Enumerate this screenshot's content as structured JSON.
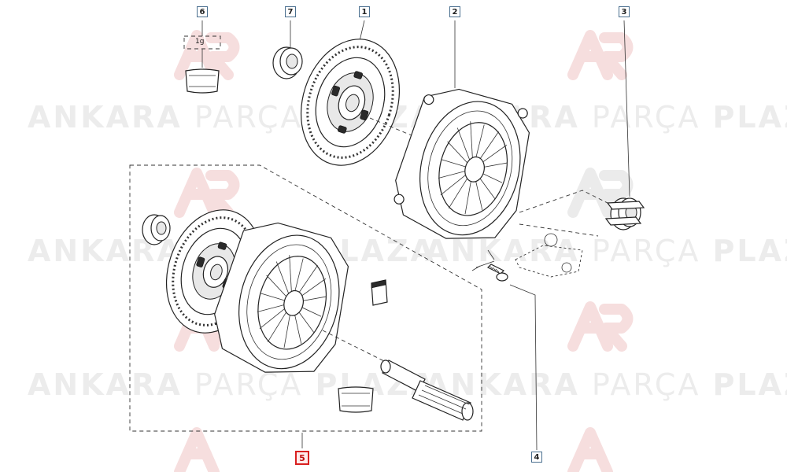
{
  "watermark": {
    "word1": "ANKARA",
    "word2": "PARÇA",
    "word3": "PLAZA"
  },
  "callouts": [
    {
      "label": "6"
    },
    {
      "label": "7"
    },
    {
      "label": "1"
    },
    {
      "label": "2"
    },
    {
      "label": "3"
    },
    {
      "label": "5"
    },
    {
      "label": "4"
    }
  ],
  "grease_amount": "1g",
  "colors": {
    "callout_border": "#4a6f8f",
    "highlight": "#d92020",
    "watermark_gray": "#ececec",
    "watermark_red": "#f6dede"
  }
}
